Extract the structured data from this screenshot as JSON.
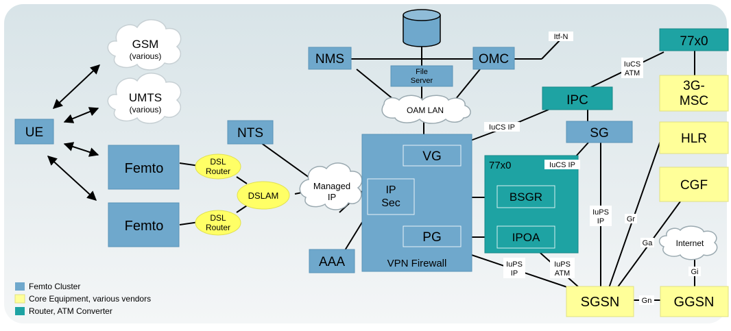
{
  "nodes": {
    "gsm": {
      "label": "GSM",
      "sub": "(various)"
    },
    "umts": {
      "label": "UMTS",
      "sub": "(various)"
    },
    "ue": {
      "label": "UE"
    },
    "femto1": {
      "label": "Femto"
    },
    "femto2": {
      "label": "Femto"
    },
    "dsl_router1": {
      "line1": "DSL",
      "line2": "Router"
    },
    "dsl_router2": {
      "line1": "DSL",
      "line2": "Router"
    },
    "dslam": {
      "label": "DSLAM"
    },
    "nts": {
      "label": "NTS"
    },
    "managed_ip": {
      "line1": "Managed",
      "line2": "IP"
    },
    "aaa": {
      "label": "AAA"
    },
    "nms": {
      "label": "NMS"
    },
    "omc": {
      "label": "OMC"
    },
    "file_server": {
      "line1": "File",
      "line2": "Server"
    },
    "oam_lan": {
      "label": "OAM LAN"
    },
    "vpn_firewall": {
      "label": "VPN Firewall"
    },
    "vg": {
      "label": "VG"
    },
    "ipsec": {
      "line1": "IP",
      "line2": "Sec"
    },
    "pg": {
      "label": "PG"
    },
    "box_77x0_mid": {
      "label": "77x0"
    },
    "bsgr": {
      "label": "BSGR"
    },
    "ipoa": {
      "label": "IPOA"
    },
    "ipc": {
      "label": "IPC"
    },
    "sg": {
      "label": "SG"
    },
    "box_77x0_top": {
      "label": "77x0"
    },
    "msc": {
      "line1": "3G-",
      "line2": "MSC"
    },
    "hlr": {
      "label": "HLR"
    },
    "cgf": {
      "label": "CGF"
    },
    "internet": {
      "label": "Internet"
    },
    "sgsn": {
      "label": "SGSN"
    },
    "ggsn": {
      "label": "GGSN"
    }
  },
  "link_labels": {
    "itf_n": "Itf-N",
    "iucs_atm_1": "IuCS",
    "iucs_atm_2": "ATM",
    "iucs_ip_1": "IuCS IP",
    "iucs_ip_2": "IuCS IP",
    "iups_ip_sg_1": "IuPS",
    "iups_ip_sg_2": "IP",
    "iups_ip_pg_1": "IuPS",
    "iups_ip_pg_2": "IP",
    "iups_atm_1": "IuPS",
    "iups_atm_2": "ATM",
    "gr": "Gr",
    "ga": "Ga",
    "gi": "Gi",
    "gn": "Gn"
  },
  "legend": [
    {
      "label": "Femto Cluster",
      "color": "#6fa8cc"
    },
    {
      "label": "Core Equipment, various vendors",
      "color": "#ffff99"
    },
    {
      "label": "Router, ATM Converter",
      "color": "#1ea3a3"
    }
  ],
  "colors": {
    "femto_cluster": "#6fa8cc",
    "core_equipment": "#ffff99",
    "router_atm": "#1ea3a3",
    "panel_background": "#dfe7ea"
  }
}
